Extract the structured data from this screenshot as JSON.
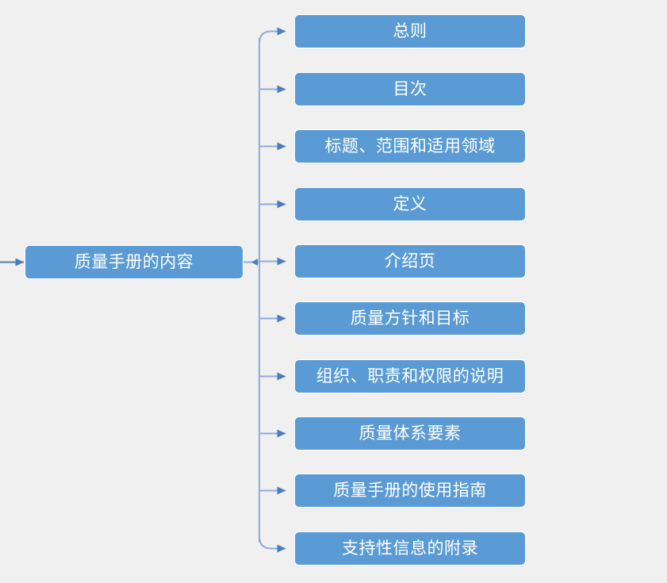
{
  "diagram": {
    "type": "mind-map",
    "background_color": "#f0f0f0",
    "node_fill_color": "#5b9bd5",
    "node_text_color": "#ffffff",
    "connector_color": "#8faadc",
    "arrow_color": "#4a7ebb",
    "root": {
      "label": "质量手册的内容"
    },
    "children": [
      {
        "label": "总则"
      },
      {
        "label": "目次"
      },
      {
        "label": "标题、范围和适用领域"
      },
      {
        "label": "定义"
      },
      {
        "label": "介绍页"
      },
      {
        "label": "质量方针和目标"
      },
      {
        "label": "组织、职责和权限的说明"
      },
      {
        "label": "质量体系要素"
      },
      {
        "label": "质量手册的使用指南"
      },
      {
        "label": "支持性信息的附录"
      }
    ]
  }
}
